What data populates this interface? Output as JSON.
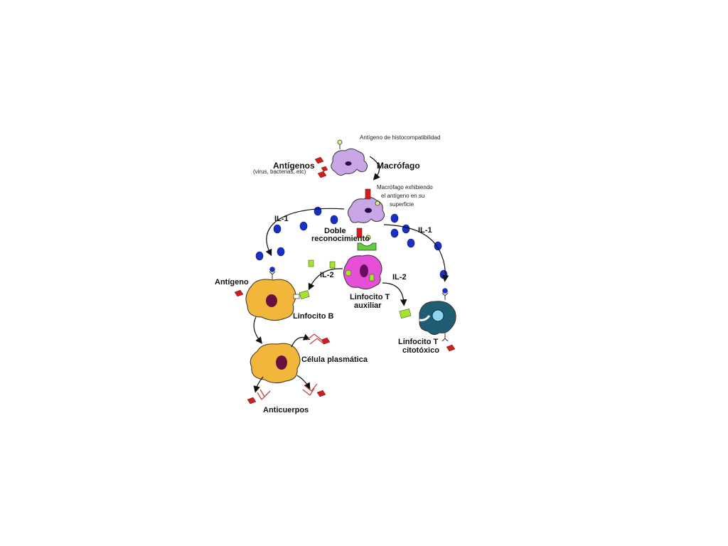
{
  "labels": {
    "histocompat": "Antígeno de histocompatibilidad",
    "antigenos": "Antígenos",
    "antigenos_sub": "(virus, bacterias, etc)",
    "macrofago": "Macrófago",
    "macrofago_exh_1": "Macrófago exhibiendo",
    "macrofago_exh_2": "el antígeno en su",
    "macrofago_exh_3": "superficie",
    "il1_left": "IL-1",
    "il1_right": "IL-1",
    "doble_1": "Doble",
    "doble_2": "reconocimiento",
    "il2_left": "IL-2",
    "il2_right": "IL-2",
    "antigeno": "Antígeno",
    "linfocito_t_aux_1": "Linfocito T",
    "linfocito_t_aux_2": "auxiliar",
    "linfocito_b": "Linfocito B",
    "celula_plasmatica": "Célula plasmática",
    "linfocito_t_cit_1": "Linfocito T",
    "linfocito_t_cit_2": "citotóxico",
    "anticuerpos": "Anticuerpos"
  },
  "colors": {
    "macrophage": "#c9a6e6",
    "macrophage_nucleus": "#2a0b4a",
    "helper_t": "#e650d8",
    "helper_t_nucleus": "#6a0d5e",
    "b_cell": "#f2b63a",
    "b_cell_nucleus": "#6a1040",
    "cytotoxic": "#1f5e72",
    "cytotoxic_nucleus": "#8fd3f0",
    "interleukin_1": "#1a2fc4",
    "interleukin_2": "#a6e62a",
    "antigen": "#d81a1a",
    "receptor": "#5fd03a",
    "antibody": "#c24a4a"
  }
}
